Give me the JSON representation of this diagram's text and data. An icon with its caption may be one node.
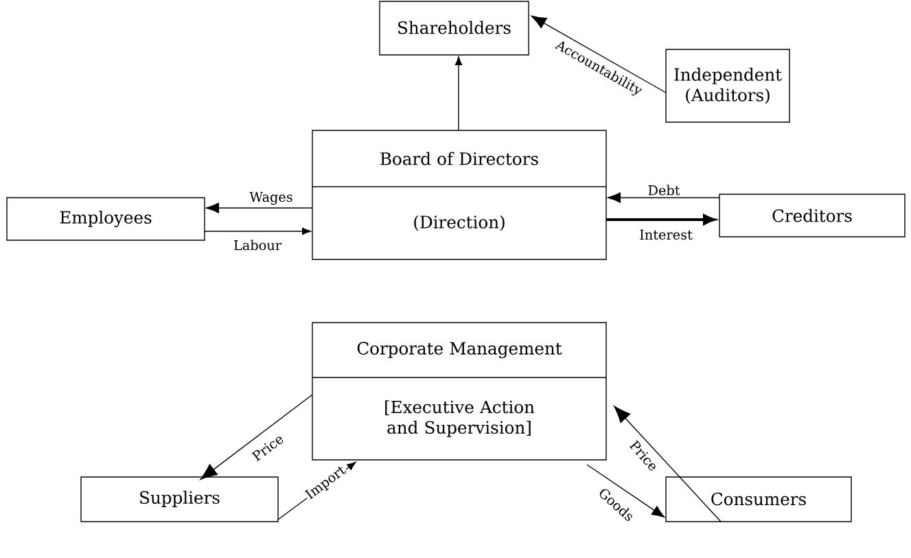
{
  "diagram": {
    "nodes": [
      {
        "text": [
          "Shareholders"
        ]
      },
      {
        "text": [
          "Independent (Auditors)"
        ]
      },
      {
        "text": [
          "Board of Directors",
          "(Direction)"
        ]
      },
      {
        "text": [
          "Employees"
        ]
      },
      {
        "text": [
          "Creditors"
        ]
      },
      {
        "text": [
          "Corporate Management",
          "[Executive Action and Supervision]"
        ]
      },
      {
        "text": [
          "Suppliers"
        ]
      },
      {
        "text": [
          "Consumers"
        ]
      }
    ],
    "edges": [
      {
        "from": 2,
        "to": 0,
        "arrow": "to"
      },
      {
        "from": 1,
        "to": 0,
        "arrow": "to",
        "label": "Accountability"
      },
      {
        "from": 2,
        "to": 3,
        "arrow": "to",
        "label": "Wages"
      },
      {
        "from": 3,
        "to": 2,
        "arrow": "to",
        "label": "Labour"
      },
      {
        "from": 4,
        "to": 2,
        "arrow": "to",
        "label": "Debt"
      },
      {
        "from": 2,
        "to": 4,
        "arrow": "to",
        "label": "Interest",
        "style": "thick"
      },
      {
        "from": 5,
        "to": 6,
        "arrow": "to",
        "label": "Price"
      },
      {
        "from": 6,
        "to": 5,
        "arrow": "to",
        "label": "Import"
      },
      {
        "from": 5,
        "to": 7,
        "arrow": "to",
        "label": "Goods"
      },
      {
        "from": 7,
        "to": 5,
        "arrow": "to",
        "label": "Price"
      }
    ]
  }
}
